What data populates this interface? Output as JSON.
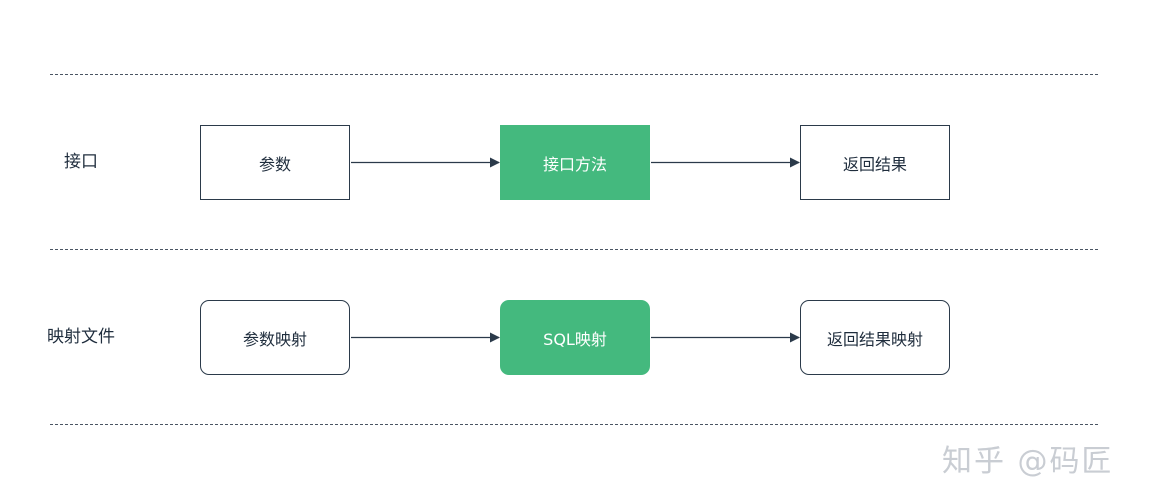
{
  "rows": [
    {
      "label": "接口",
      "nodes": [
        "参数",
        "接口方法",
        "返回结果"
      ]
    },
    {
      "label": "映射文件",
      "nodes": [
        "参数映射",
        "SQL映射",
        "返回结果映射"
      ]
    }
  ],
  "watermark": "知乎 @码匠",
  "colors": {
    "accent_green": "#44b97e",
    "border": "#2b3a4a",
    "text": "#1f2d3d",
    "dash": "#4a5563",
    "watermark": "#c9cdd3"
  }
}
